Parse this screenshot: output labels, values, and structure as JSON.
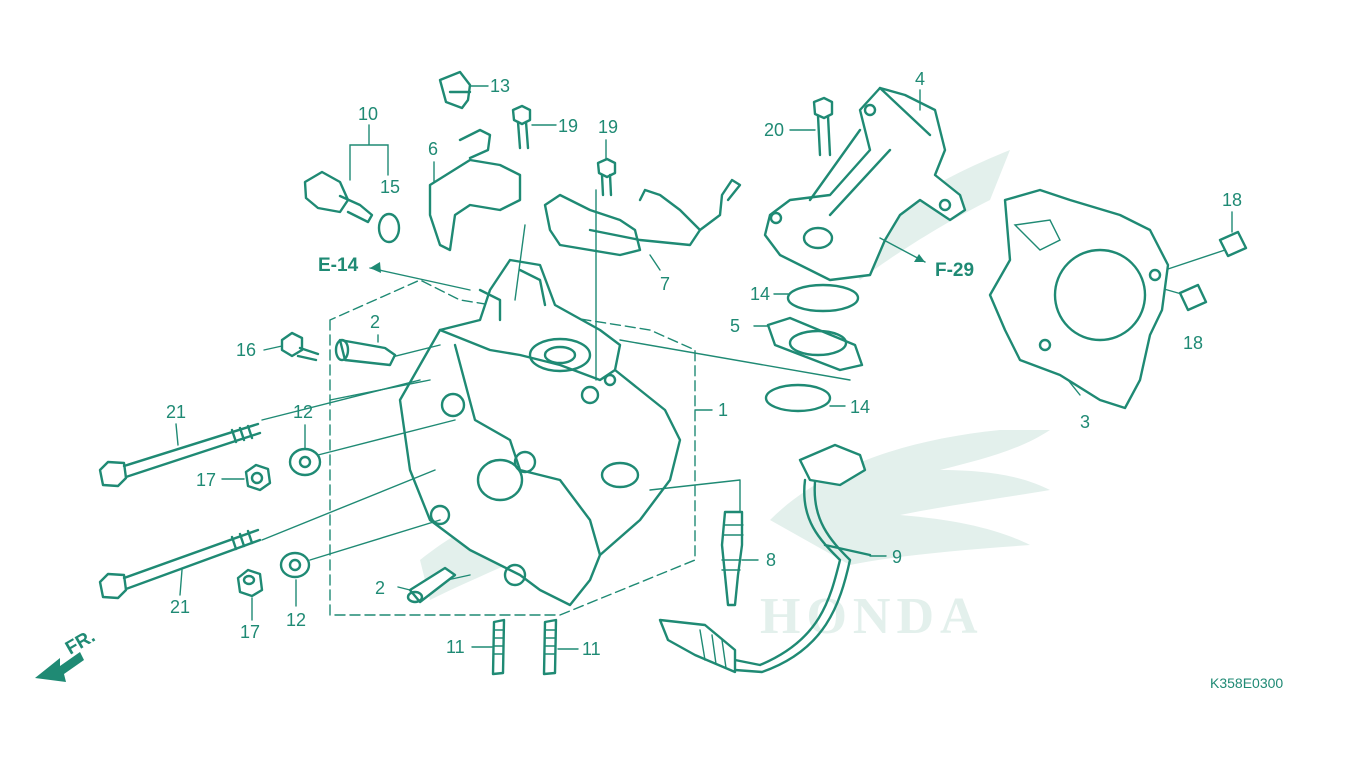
{
  "callouts": {
    "c1": "1",
    "c2a": "2",
    "c2b": "2",
    "c3": "3",
    "c4": "4",
    "c5": "5",
    "c6": "6",
    "c7": "7",
    "c8": "8",
    "c9": "9",
    "c10": "10",
    "c11a": "11",
    "c11b": "11",
    "c12a": "12",
    "c12b": "12",
    "c13": "13",
    "c14a": "14",
    "c14b": "14",
    "c15": "15",
    "c16": "16",
    "c17a": "17",
    "c17b": "17",
    "c18a": "18",
    "c18b": "18",
    "c19a": "19",
    "c19b": "19",
    "c20": "20",
    "c21a": "21",
    "c21b": "21"
  },
  "references": {
    "e14": "E-14",
    "f29": "F-29",
    "front": "FR."
  },
  "watermark": {
    "brand": "HONDA"
  },
  "diagram_code": "K358E0300",
  "colors": {
    "line": "#1f8a74",
    "watermark": "#e3f0ec",
    "background": "#ffffff"
  }
}
